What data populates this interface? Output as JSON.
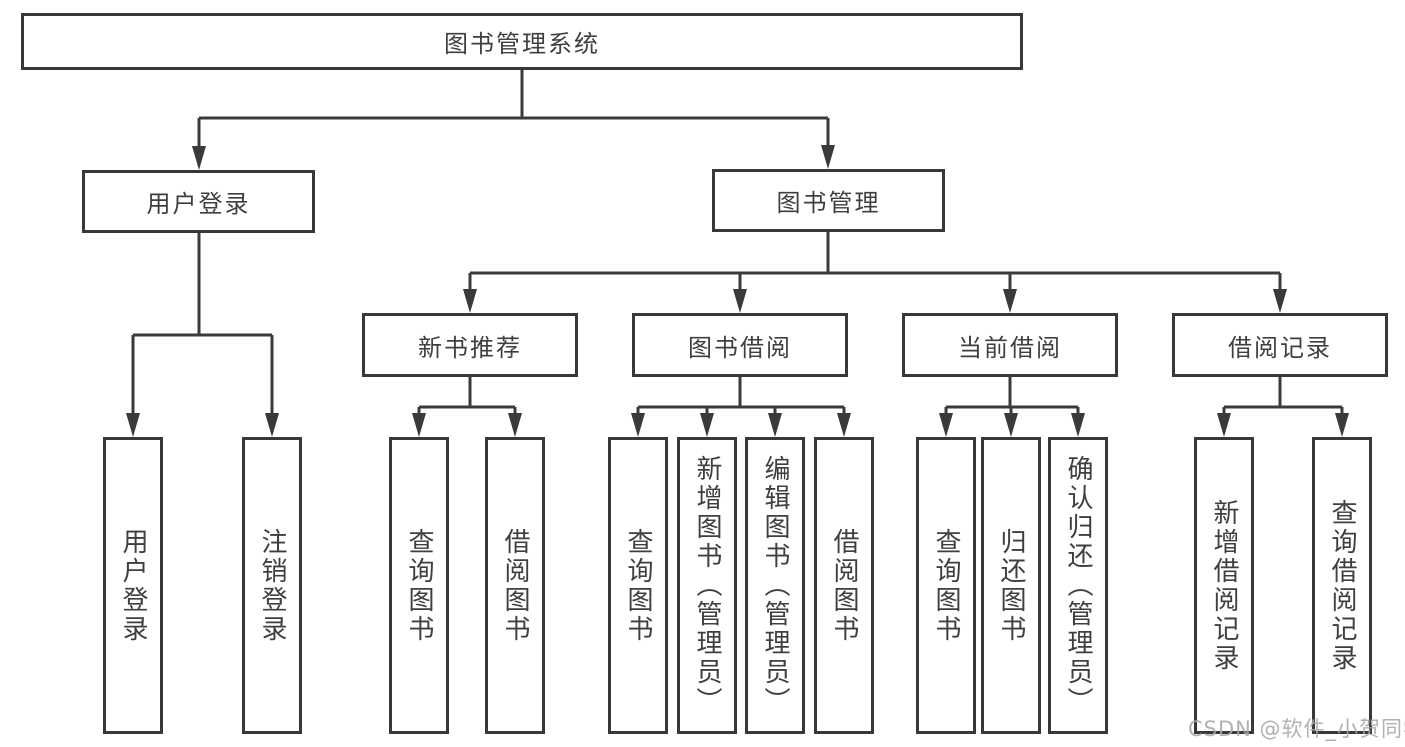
{
  "diagram": {
    "root": {
      "label": "图书管理系统"
    },
    "branches": [
      {
        "label": "用户登录",
        "children": [
          {
            "label": "用户登录"
          },
          {
            "label": "注销登录"
          }
        ]
      },
      {
        "label": "图书管理",
        "groups": [
          {
            "label": "新书推荐",
            "children": [
              {
                "label": "查询图书"
              },
              {
                "label": "借阅图书"
              }
            ]
          },
          {
            "label": "图书借阅",
            "children": [
              {
                "label": "查询图书"
              },
              {
                "label": "新增图书（管理员）"
              },
              {
                "label": "编辑图书（管理员）"
              },
              {
                "label": "借阅图书"
              }
            ]
          },
          {
            "label": "当前借阅",
            "children": [
              {
                "label": "查询图书"
              },
              {
                "label": "归还图书"
              },
              {
                "label": "确认归还（管理员）"
              }
            ]
          },
          {
            "label": "借阅记录",
            "children": [
              {
                "label": "新增借阅记录"
              },
              {
                "label": "查询借阅记录"
              }
            ]
          }
        ]
      }
    ]
  },
  "watermark": {
    "text": "CSDN @软件_小贺同学"
  },
  "colors": {
    "line": "#3a3a3a",
    "border": "#383838",
    "text": "#3f3f3f",
    "background": "#ffffff",
    "watermark": "#aaa7a7"
  }
}
